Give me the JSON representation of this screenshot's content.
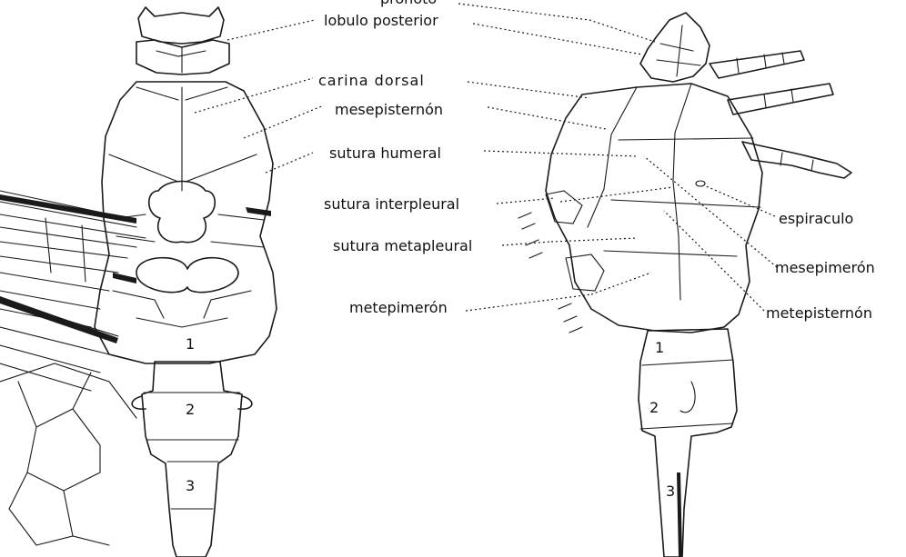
{
  "figure": {
    "labels": {
      "pronoto": "pronoto",
      "lobulo_posterior": "lobulo posterior",
      "carina_dorsal": "carina dorsal",
      "mesepisternon": "mesepisternón",
      "sutura_humeral": "sutura humeral",
      "sutura_interpleural": "sutura interpleural",
      "sutura_metapleural": "sutura metapleural",
      "metepimeron": "metepimerón",
      "espiraculo": "espiraculo",
      "mesepimeron": "mesepimerón",
      "metepisternon": "metepisternón"
    },
    "dorsal_view": {
      "segments": [
        "1",
        "2",
        "3"
      ]
    },
    "lateral_view": {
      "segments": [
        "1",
        "2",
        "3"
      ]
    }
  },
  "colors": {
    "ink": "#1a1a1a",
    "paper": "#ffffff"
  }
}
